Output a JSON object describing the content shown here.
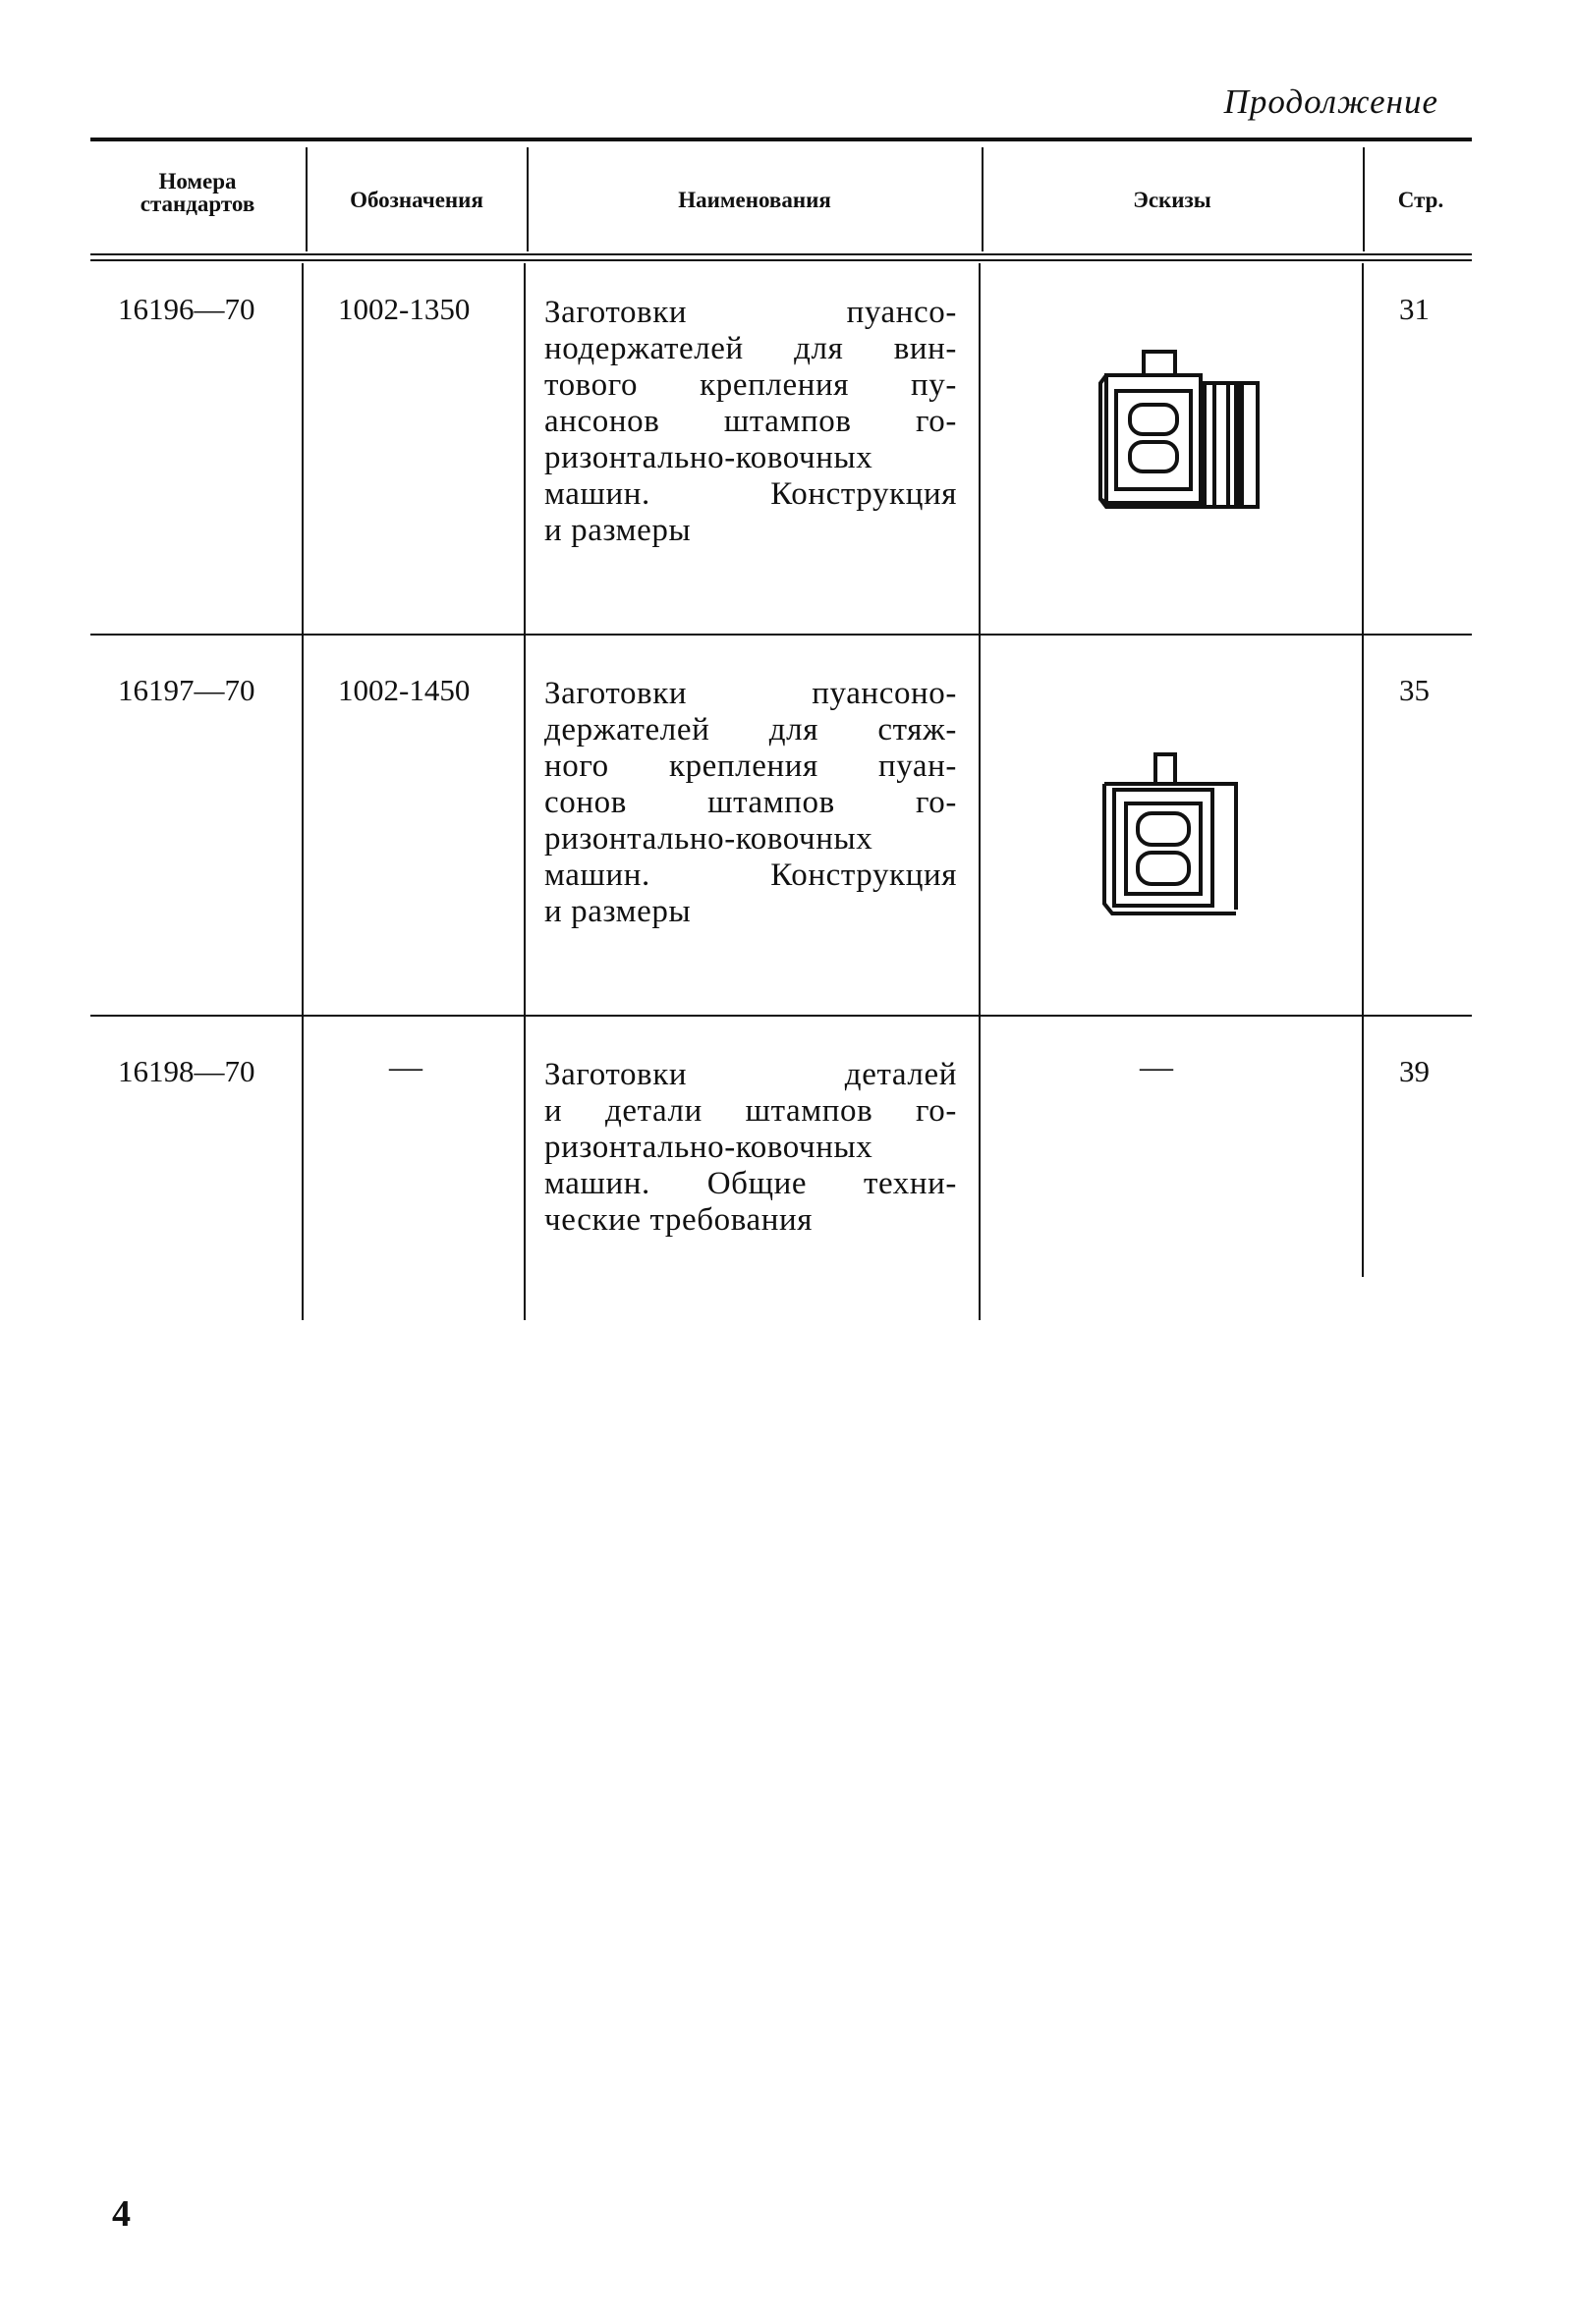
{
  "continuation_label": "Продолжение",
  "table": {
    "headers": {
      "standards": "Номера стандартов",
      "standards_line1": "Номера",
      "standards_line2": "стандартов",
      "designations": "Обозначения",
      "names": "Наименования",
      "sketches": "Эскизы",
      "page": "Стр."
    },
    "rows": [
      {
        "standard": "16196—70",
        "designation": "1002-1350",
        "name_lines": [
          "Заготовки пуансо-",
          "нодержателей для вин-",
          "тового крепления пу-",
          "ансонов штампов го-",
          "ризонтально-ковочных",
          "машин. Конструкция",
          "и размеры"
        ],
        "sketch": "punch-holder-screw-sketch-icon",
        "page": "31"
      },
      {
        "standard": "16197—70",
        "designation": "1002-1450",
        "name_lines": [
          "Заготовки пуансоно-",
          "держателей для стяж-",
          "ного крепления пуан-",
          "сонов штампов го-",
          "ризонтально-ковочных",
          "машин. Конструкция",
          "и размеры"
        ],
        "sketch": "punch-holder-clamp-sketch-icon",
        "page": "35"
      },
      {
        "standard": "16198—70",
        "designation": "—",
        "name_lines": [
          "Заготовки деталей",
          "и детали штампов го-",
          "ризонтально-ковочных",
          "машин. Общие техни-",
          "ческие требования"
        ],
        "sketch_text": "—",
        "page": "39"
      }
    ]
  },
  "page_number": "4"
}
